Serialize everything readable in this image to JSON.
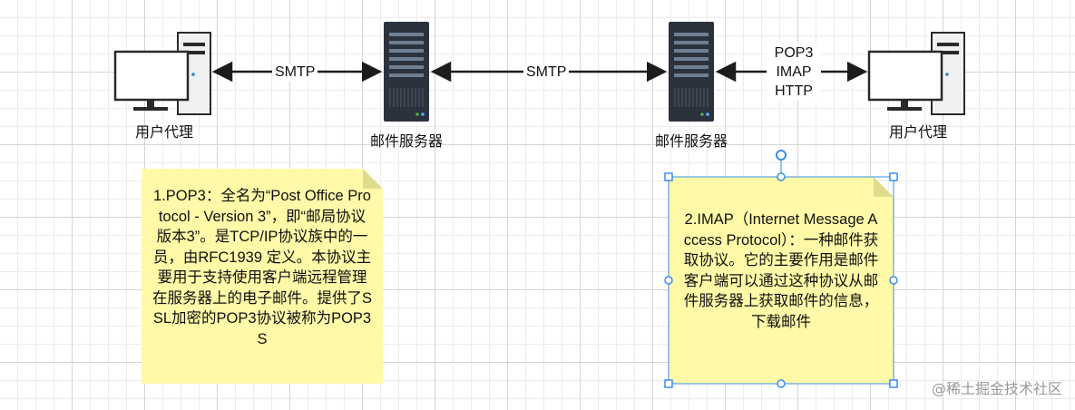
{
  "nodes": {
    "user_agent_left": "用户代理",
    "mail_server_left": "邮件服务器",
    "mail_server_right": "邮件服务器",
    "user_agent_right": "用户代理"
  },
  "connections": {
    "ua_to_server": "SMTP",
    "server_to_server": "SMTP",
    "server_to_ua_lines": [
      "POP3",
      "IMAP",
      "HTTP"
    ]
  },
  "notes": {
    "pop3": "1.POP3：全名为“Post Office Protocol - Version 3”，即“邮局协议版本3”。是TCP/IP协议族中的一员，由RFC1939 定义。本协议主要用于支持使用客户端远程管理在服务器上的电子邮件。提供了SSL加密的POP3协议被称为POP3S",
    "imap": "2.IMAP（Internet Message Access Protocol）：一种邮件获取协议。它的主要作用是邮件客户端可以通过这种协议从邮件服务器上获取邮件的信息，下载邮件"
  },
  "colors": {
    "note_fill": "#fff9a8",
    "note_fold": "#e0dc8e",
    "server_body": "#2c323d",
    "server_slot": "#6e7f93",
    "monitor_fill": "#ffffff",
    "tower_fill": "#eef0f2",
    "arrow": "#1c1c1c",
    "selection": "#3a8de8"
  },
  "watermark": "@稀土掘金技术社区"
}
